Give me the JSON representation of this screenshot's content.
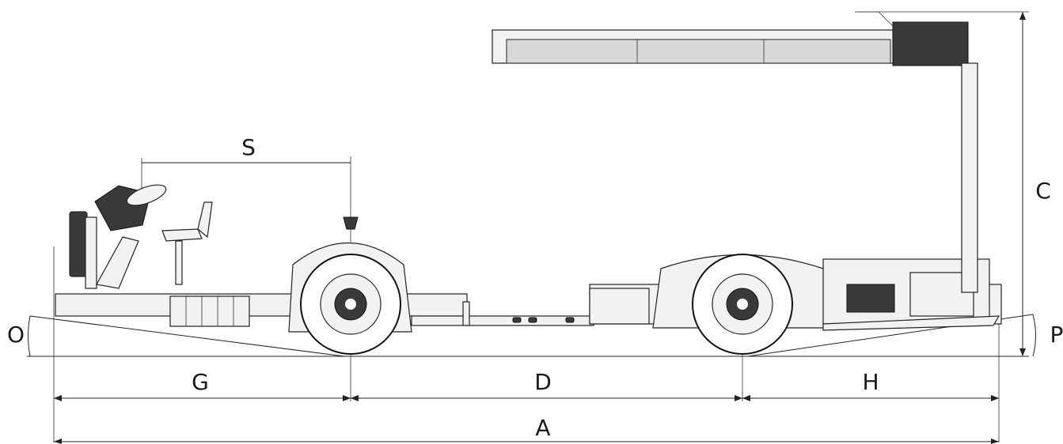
{
  "dimension_labels": {
    "s": "S",
    "c": "C",
    "o": "O",
    "p": "P",
    "g": "G",
    "d": "D",
    "h": "H",
    "a": "A"
  }
}
